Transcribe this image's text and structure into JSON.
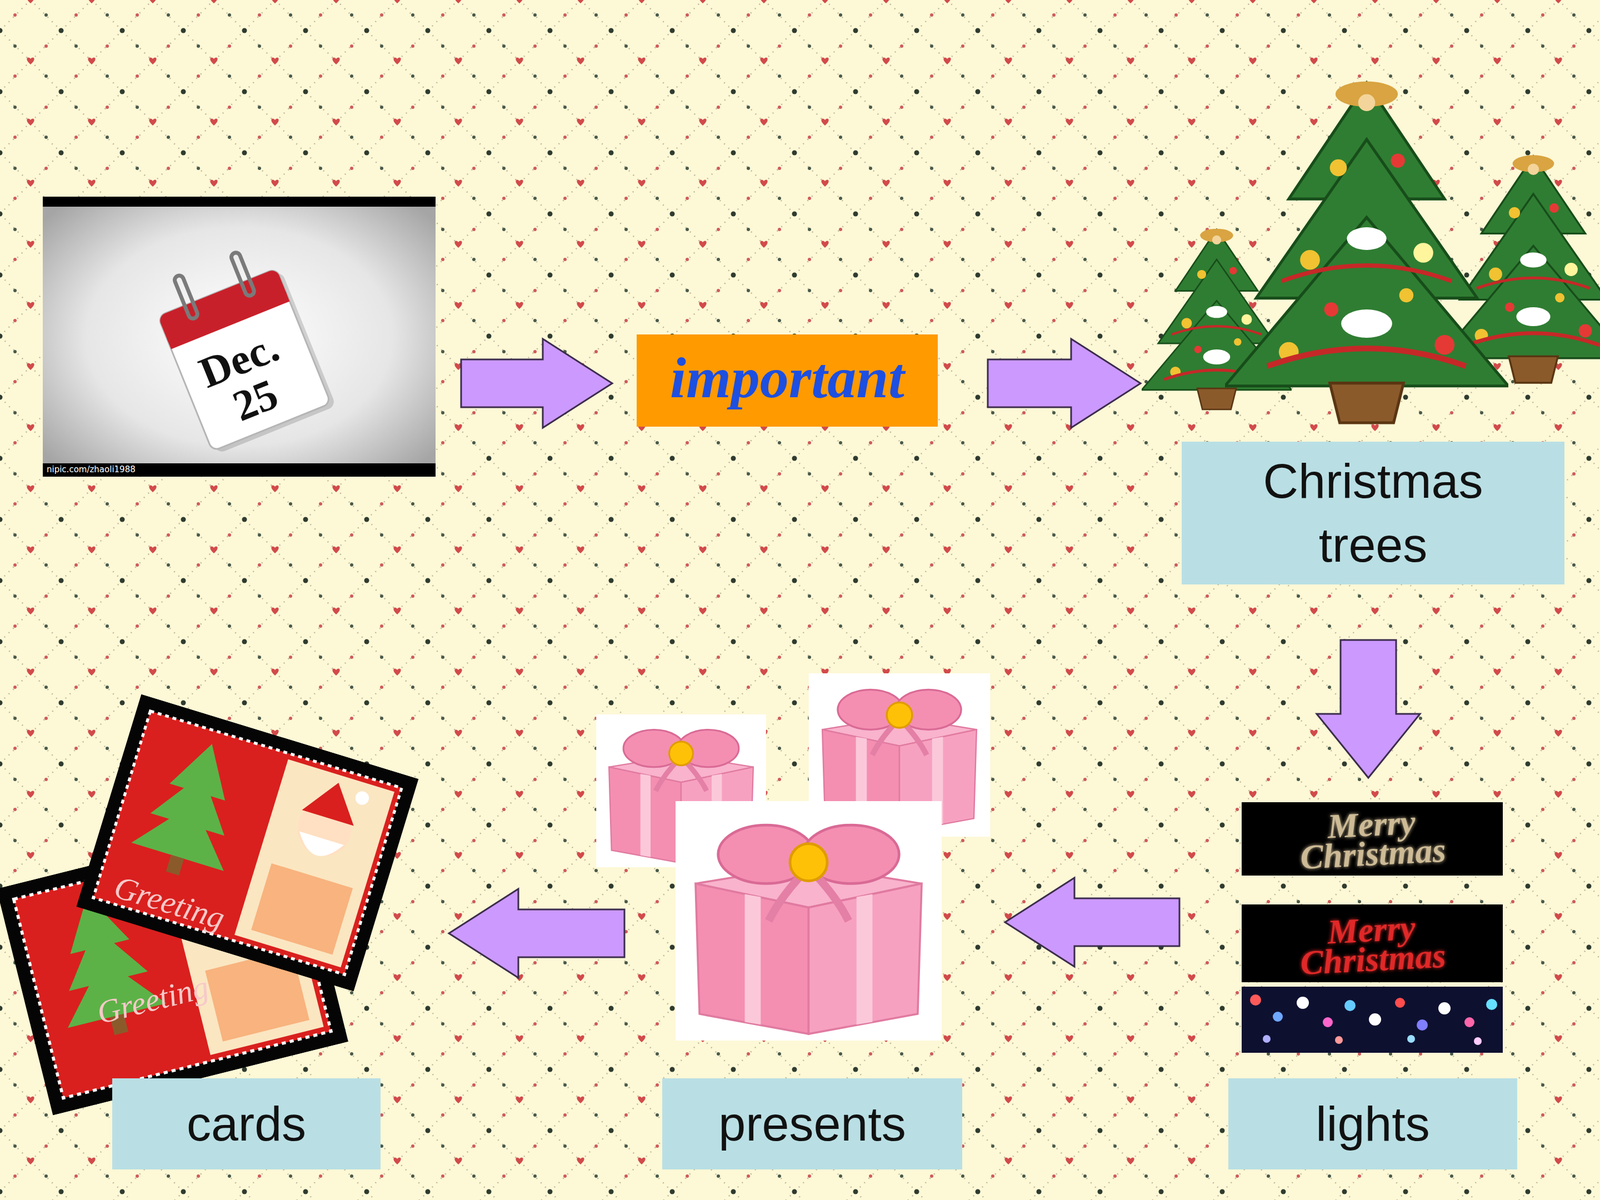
{
  "diagram": {
    "nodes": [
      {
        "text": [
          "Dec. 25"
        ]
      },
      {
        "text": [
          "important"
        ]
      },
      {
        "text": [
          "Christmas trees"
        ]
      },
      {
        "text": [
          "lights"
        ]
      },
      {
        "text": [
          "presents"
        ]
      },
      {
        "text": [
          "cards"
        ]
      }
    ],
    "edges": [
      {
        "from": 0,
        "to": 1,
        "arrow": "to"
      },
      {
        "from": 1,
        "to": 2,
        "arrow": "to"
      },
      {
        "from": 2,
        "to": 3,
        "arrow": "to"
      },
      {
        "from": 3,
        "to": 4,
        "arrow": "to"
      },
      {
        "from": 4,
        "to": 5,
        "arrow": "to"
      }
    ],
    "labels": [
      "nipic.com/zhaoli1988",
      "Merry Christmas",
      "Merry Christmas",
      "Greeting",
      "Greeting"
    ]
  }
}
